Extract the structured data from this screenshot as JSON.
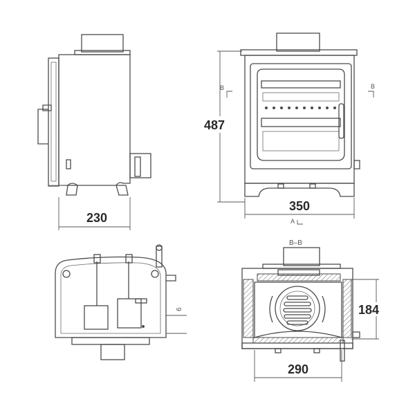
{
  "side_view": {
    "width_label": "230"
  },
  "front_view": {
    "height_label": "487",
    "width_label": "350",
    "section_marker": "B",
    "section_marker_right": "B",
    "view_marker": "A"
  },
  "top_view": {
    "offset_label": "6"
  },
  "section_view": {
    "title": "B–B",
    "depth_label": "184",
    "width_label": "290"
  }
}
